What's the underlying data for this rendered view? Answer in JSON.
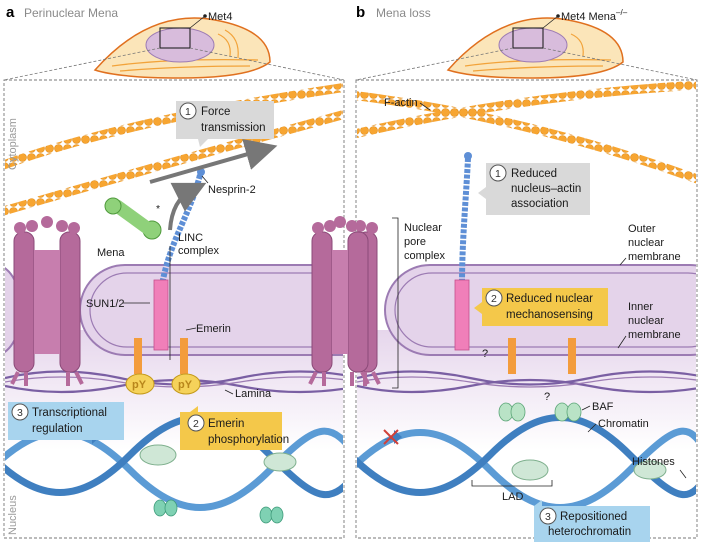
{
  "panel_a": {
    "letter": "a",
    "title": "Perinuclear Mena",
    "cell_label": "Met4",
    "side_top": "Cytoplasm",
    "side_bottom": "Nucleus",
    "labels": {
      "mena": "Mena",
      "asterisk": "*",
      "nesprin": "Nesprin-2",
      "linc_1": "LINC",
      "linc_2": "complex",
      "sun": "SUN1/2",
      "emerin": "Emerin",
      "lamina": "Lamina",
      "py": "pY"
    },
    "callouts": [
      {
        "num": "1",
        "line1": "Force",
        "line2": "transmission",
        "color": "#d9d9d9"
      },
      {
        "num": "2",
        "line1": "Emerin",
        "line2": "phosphorylation",
        "color": "#f4c84a"
      },
      {
        "num": "3",
        "line1": "Transcriptional",
        "line2": "regulation",
        "color": "#a8d4ee"
      }
    ]
  },
  "panel_b": {
    "letter": "b",
    "title": "Mena loss",
    "cell_label": "Met4 Mena",
    "cell_label_sup": "–/–",
    "labels": {
      "factin": "F-actin",
      "npc_1": "Nuclear",
      "npc_2": "pore",
      "npc_3": "complex",
      "onm_1": "Outer",
      "onm_2": "nuclear",
      "onm_3": "membrane",
      "inm_1": "Inner",
      "inm_2": "nuclear",
      "inm_3": "membrane",
      "baf": "BAF",
      "chromatin": "Chromatin",
      "histones": "Histones",
      "lad": "LAD",
      "question": "?"
    },
    "callouts": [
      {
        "num": "1",
        "line1": "Reduced",
        "line2": "nucleus–actin",
        "line3": "association",
        "color": "#d9d9d9"
      },
      {
        "num": "2",
        "line1": "Reduced nuclear",
        "line2": "mechanosensing",
        "color": "#f4c84a"
      },
      {
        "num": "3",
        "line1": "Repositioned",
        "line2": "heterochromatin",
        "color": "#a8d4ee"
      }
    ]
  },
  "colors": {
    "actin": "#f7a531",
    "envelope": "#e4d3ea",
    "envelope_stroke": "#9c7bb3",
    "pore": "#b56a9b",
    "lamina": "#7a5fa3",
    "dna": "#5b9bd5",
    "nesprin": "#5e8fd6",
    "sun": "#f07fb9",
    "emerin": "#f39c3c",
    "mena": "#8fd17a",
    "baf": "#b9e3c6"
  }
}
